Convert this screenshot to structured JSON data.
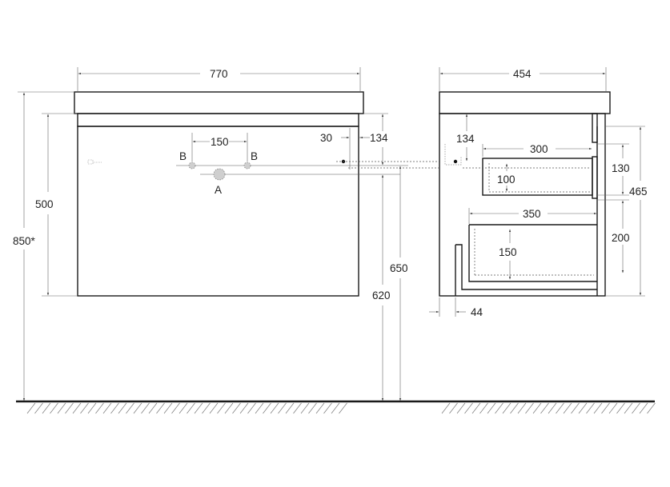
{
  "front_view": {
    "width": "770",
    "body_height": "500",
    "total_height": "850*",
    "outlet_spacing": "150",
    "outlet_left": "B",
    "outlet_right": "B",
    "drain": "A",
    "side_offset": "30",
    "top_offset": "134",
    "outlet_height": "650",
    "drain_height": "620"
  },
  "side_view": {
    "depth": "454",
    "top_offset": "134",
    "upper_drawer_depth": "300",
    "upper_drawer_inner": "100",
    "upper_drawer_front": "130",
    "total_front": "465",
    "lower_drawer_depth": "350",
    "lower_drawer_inner": "150",
    "lower_drawer_front": "200",
    "wall_gap": "44"
  }
}
